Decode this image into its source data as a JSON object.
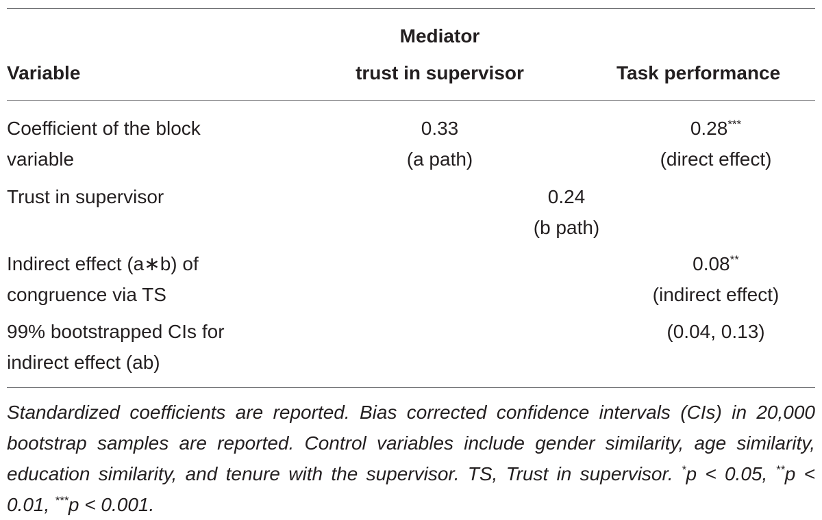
{
  "table": {
    "header": {
      "variable": "Variable",
      "mediator_line1": "Mediator",
      "mediator_line2": "trust in supervisor",
      "outcome": "Task performance"
    },
    "rows": [
      {
        "label_line1": "Coefficient of the block",
        "label_line2": "variable",
        "mediator_value": "0.33",
        "mediator_note": "(a path)",
        "outcome_value": "0.28",
        "outcome_sig": "***",
        "outcome_note": "(direct effect)"
      },
      {
        "label_line1": "Trust in supervisor",
        "mid_value": "0.24",
        "mid_note": "(b path)"
      },
      {
        "label_line1": "Indirect effect (a∗b) of",
        "label_line2": "congruence via TS",
        "outcome_value": "0.08",
        "outcome_sig": "**",
        "outcome_note": "(indirect effect)"
      },
      {
        "label_line1": "99% bootstrapped CIs for",
        "label_line2": "indirect effect (ab)",
        "outcome_value": "(0.04, 0.13)"
      }
    ]
  },
  "footnote": {
    "text": "Standardized coefficients are reported. Bias corrected confidence intervals (CIs) in 20,000 bootstrap samples are reported. Control variables include gender similarity, age similarity, education similarity, and tenure with the supervisor. TS, Trust in supervisor. ",
    "sig1_mark": "*",
    "sig1_text": "p < 0.05, ",
    "sig2_mark": "**",
    "sig2_text": "p < 0.01, ",
    "sig3_mark": "***",
    "sig3_text": "p < 0.001."
  }
}
